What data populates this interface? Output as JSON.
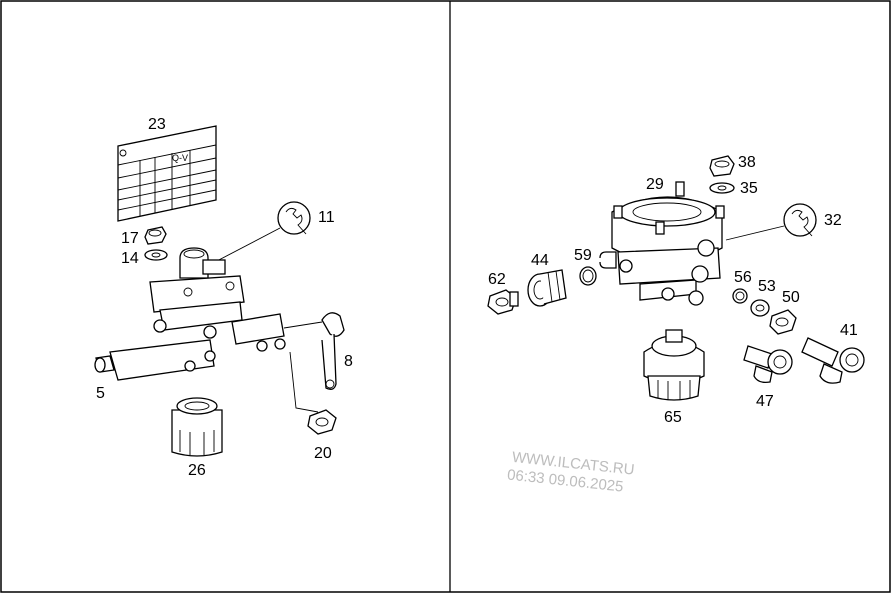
{
  "left_panel": {
    "labels": {
      "p23": "23",
      "p11": "11",
      "p17": "17",
      "p14": "14",
      "p5": "5",
      "p8": "8",
      "p26": "26",
      "p20": "20"
    },
    "chart_note": "Q-V"
  },
  "right_panel": {
    "labels": {
      "p38": "38",
      "p29": "29",
      "p35": "35",
      "p32": "32",
      "p44": "44",
      "p59": "59",
      "p62": "62",
      "p56": "56",
      "p53": "53",
      "p50": "50",
      "p41": "41",
      "p65": "65",
      "p47": "47"
    }
  },
  "watermark": {
    "site": "WWW.ILCATS.RU",
    "timestamp": "06:33 09.06.2025"
  },
  "colors": {
    "line": "#000000",
    "watermark": "#bdbdbd",
    "background": "#ffffff"
  }
}
